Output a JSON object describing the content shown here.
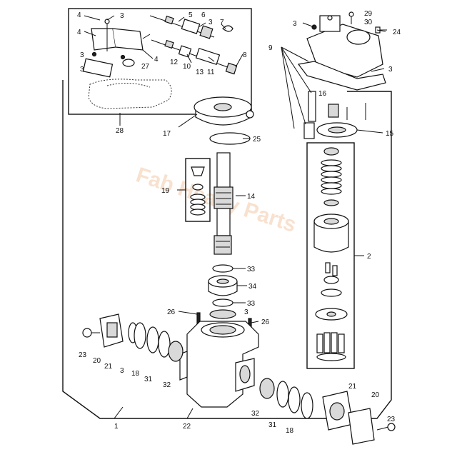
{
  "diagram": {
    "callouts": {
      "c1": "1",
      "c2": "2",
      "c3a": "3",
      "c3b": "3",
      "c3c": "3",
      "c3d": "3",
      "c3e": "3",
      "c3f": "3",
      "c3g": "3",
      "c3h": "3",
      "c4a": "4",
      "c4b": "4",
      "c4c": "4",
      "c5": "5",
      "c6": "6",
      "c7": "7",
      "c8": "8",
      "c9": "9",
      "c10": "10",
      "c11": "11",
      "c12": "12",
      "c13": "13",
      "c14": "14",
      "c15": "15",
      "c16": "16",
      "c17": "17",
      "c18a": "18",
      "c18b": "18",
      "c19": "19",
      "c20a": "20",
      "c20b": "20",
      "c21a": "21",
      "c21b": "21",
      "c22": "22",
      "c23a": "23",
      "c23b": "23",
      "c24": "24",
      "c25": "25",
      "c26a": "26",
      "c26b": "26",
      "c27": "27",
      "c28": "28",
      "c29": "29",
      "c30": "30",
      "c31a": "31",
      "c31b": "31",
      "c32a": "32",
      "c32b": "32",
      "c33a": "33",
      "c33b": "33",
      "c34": "34"
    },
    "watermark": "Fab Heavy Parts"
  }
}
